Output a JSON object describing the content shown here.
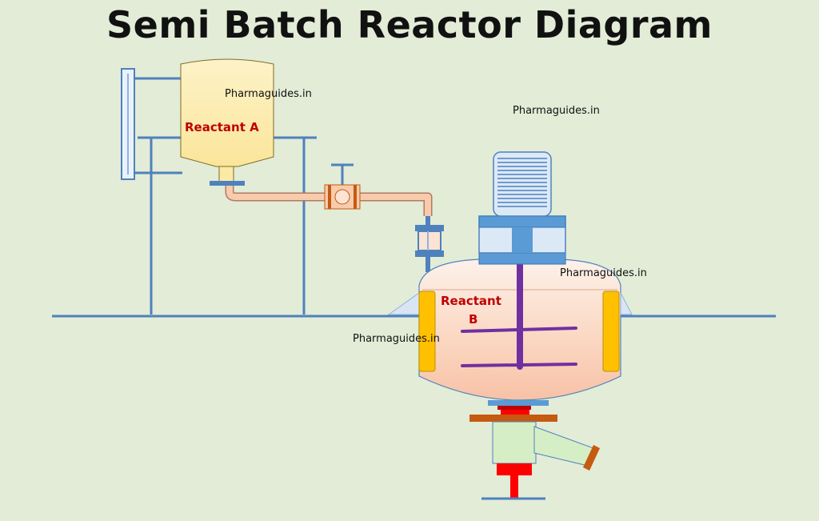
{
  "title": "Semi Batch Reactor Diagram",
  "labels": {
    "reactant_a": "Reactant A",
    "reactant_b_line1": "Reactant",
    "reactant_b_line2": "B"
  },
  "watermarks": [
    "Pharmaguides.in",
    "Pharmaguides.in",
    "Pharmaguides.in",
    "Pharmaguides.in"
  ],
  "colors": {
    "background": "#e2ecd7",
    "pipe_blue": "#4f81bd",
    "tank_fill": "#fbe9a6",
    "feed_pipe": "#f8cbad",
    "reactor_fill": "#fbd9c4",
    "baffle": "#ffc000",
    "agitator": "#7030a0",
    "motor": "#dbe9f7",
    "drive_blue": "#5b9bd5",
    "valve_red": "#ff0000",
    "flange_brown": "#c55a11",
    "outlet_green": "#d6eec5"
  }
}
